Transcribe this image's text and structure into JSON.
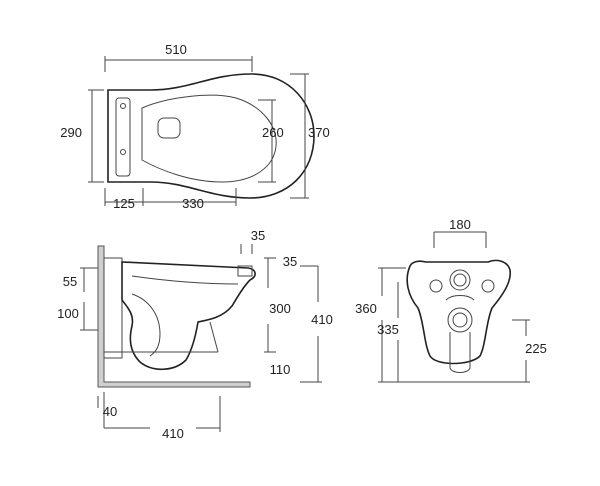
{
  "top_view": {
    "width": "510",
    "depth_outer": "290",
    "depth_inner": "260",
    "depth_total": "370",
    "offset": "125",
    "bowl_length": "330"
  },
  "side_view": {
    "rim_top": "35",
    "rim_offset": "35",
    "upper_gap": "55",
    "outlet_height": "100",
    "bowl_height": "300",
    "total_height": "410",
    "floor_gap": "110",
    "wall_offset": "40",
    "projection": "410"
  },
  "front_view": {
    "bolt_spacing": "180",
    "height_total": "360",
    "height_body": "335",
    "outlet_height": "225"
  }
}
